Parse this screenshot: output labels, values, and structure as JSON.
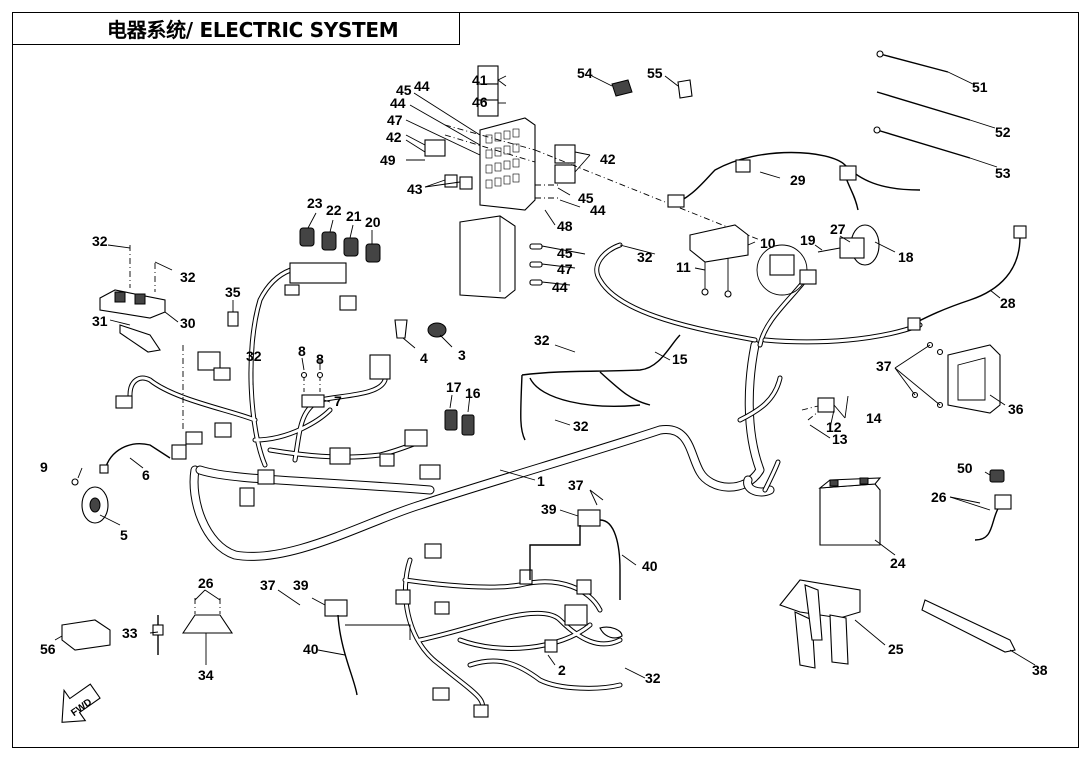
{
  "title": "电器系统/ ELECTRIC SYSTEM",
  "fwd": "FWD",
  "callouts": {
    "c1": "1",
    "c2": "2",
    "c3": "3",
    "c4": "4",
    "c5": "5",
    "c6": "6",
    "c7": "7",
    "c8a": "8",
    "c8b": "8",
    "c9": "9",
    "c10": "10",
    "c11": "11",
    "c12": "12",
    "c13": "13",
    "c14": "14",
    "c15": "15",
    "c16": "16",
    "c17": "17",
    "c18": "18",
    "c19": "19",
    "c20": "20",
    "c21": "21",
    "c22": "22",
    "c23": "23",
    "c24": "24",
    "c25": "25",
    "c26a": "26",
    "c26b": "26",
    "c27": "27",
    "c28": "28",
    "c29": "29",
    "c30": "30",
    "c31": "31",
    "c32a": "32",
    "c32b": "32",
    "c32c": "32",
    "c32d": "32",
    "c32e": "32",
    "c32f": "32",
    "c32g": "32",
    "c33": "33",
    "c34": "34",
    "c35": "35",
    "c36": "36",
    "c37a": "37",
    "c37b": "37",
    "c37c": "37",
    "c38": "38",
    "c39a": "39",
    "c39b": "39",
    "c40a": "40",
    "c40b": "40",
    "c41": "41",
    "c42a": "42",
    "c42b": "42",
    "c43": "43",
    "c44a": "44",
    "c44b": "44",
    "c44c": "44",
    "c44d": "44",
    "c45a": "45",
    "c45b": "45",
    "c45c": "45",
    "c46": "46",
    "c47a": "47",
    "c47b": "47",
    "c48": "48",
    "c49": "49",
    "c50": "50",
    "c51": "51",
    "c52": "52",
    "c53": "53",
    "c54": "54",
    "c55": "55",
    "c56": "56"
  }
}
